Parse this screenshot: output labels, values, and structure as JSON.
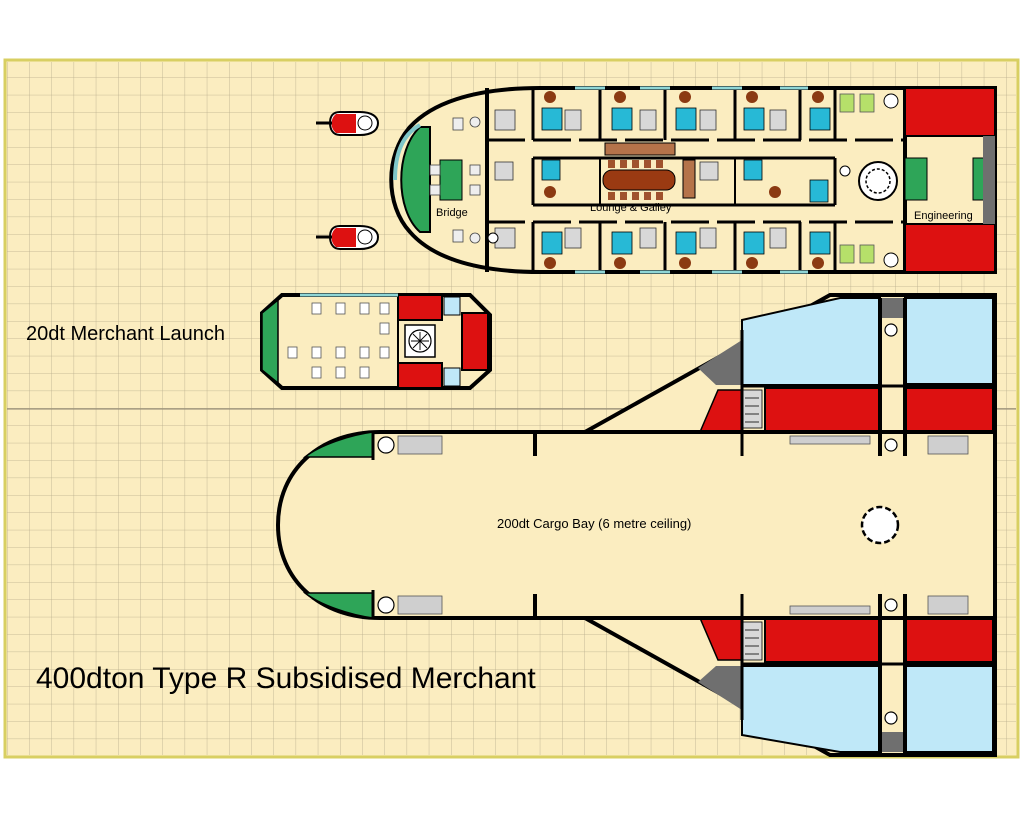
{
  "labels": {
    "bridge": "Bridge",
    "lounge": "Lounge & Galley",
    "engineering": "Engineering",
    "launch": "20dt Merchant Launch",
    "cargo": "200dt Cargo Bay  (6 metre ceiling)",
    "title": "400dton Type R Subsidised Merchant"
  },
  "colors": {
    "paper": "#fbedc0",
    "grid": "#b8ad8c",
    "border": "#d8cf62",
    "wall": "#000000",
    "engine_red": "#dd1111",
    "fuel_blue": "#bfe8f8",
    "control_green": "#2ea558",
    "bunk_teal": "#27b9d6",
    "galley_brown": "#9a3a12",
    "machinery_grey": "#6f6f6f"
  },
  "icons": [
    "air-raft-icon",
    "bunk-icon",
    "table-icon",
    "chair-icon",
    "fan-icon",
    "elevator-icon",
    "iris-valve-icon",
    "locker-icon"
  ]
}
